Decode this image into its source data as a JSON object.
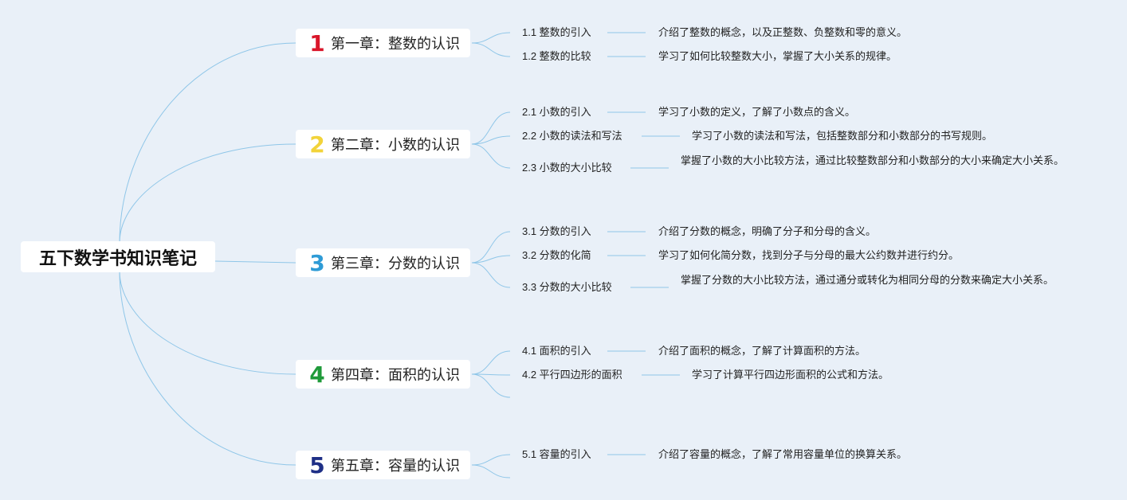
{
  "root": {
    "title": "五下数学书知识笔记"
  },
  "colors": {
    "line": "#8fc6e8",
    "num1": "#d9162a",
    "num2": "#f2d33a",
    "num3": "#2e9bd6",
    "num4": "#1f9a3a",
    "num5": "#1e2f86"
  },
  "chapters": [
    {
      "num": "1",
      "title": "第一章：整数的认识",
      "subs": [
        {
          "title": "1.1 整数的引入",
          "desc": "介绍了整数的概念，以及正整数、负整数和零的意义。"
        },
        {
          "title": "1.2 整数的比较",
          "desc": "学习了如何比较整数大小，掌握了大小关系的规律。"
        }
      ]
    },
    {
      "num": "2",
      "title": "第二章：小数的认识",
      "subs": [
        {
          "title": "2.1 小数的引入",
          "desc": "学习了小数的定义，了解了小数点的含义。"
        },
        {
          "title": "2.2 小数的读法和写法",
          "desc": "学习了小数的读法和写法，包括整数部分和小数部分的书写规则。"
        },
        {
          "title": "2.3 小数的大小比较",
          "desc": "掌握了小数的大小比较方法，通过比较整数部分和小数部分的大小来确定大小关系。"
        }
      ]
    },
    {
      "num": "3",
      "title": "第三章：分数的认识",
      "subs": [
        {
          "title": "3.1 分数的引入",
          "desc": "介绍了分数的概念，明确了分子和分母的含义。"
        },
        {
          "title": "3.2 分数的化简",
          "desc": "学习了如何化简分数，找到分子与分母的最大公约数并进行约分。"
        },
        {
          "title": "3.3 分数的大小比较",
          "desc": "掌握了分数的大小比较方法，通过通分或转化为相同分母的分数来确定大小关系。"
        }
      ]
    },
    {
      "num": "4",
      "title": "第四章：面积的认识",
      "subs": [
        {
          "title": "4.1 面积的引入",
          "desc": "介绍了面积的概念，了解了计算面积的方法。"
        },
        {
          "title": "4.2 平行四边形的面积",
          "desc": "学习了计算平行四边形面积的公式和方法。"
        },
        {
          "title": "",
          "desc": ""
        }
      ]
    },
    {
      "num": "5",
      "title": "第五章：容量的认识",
      "subs": [
        {
          "title": "5.1 容量的引入",
          "desc": "介绍了容量的概念，了解了常用容量单位的换算关系。"
        },
        {
          "title": "",
          "desc": ""
        }
      ]
    }
  ]
}
